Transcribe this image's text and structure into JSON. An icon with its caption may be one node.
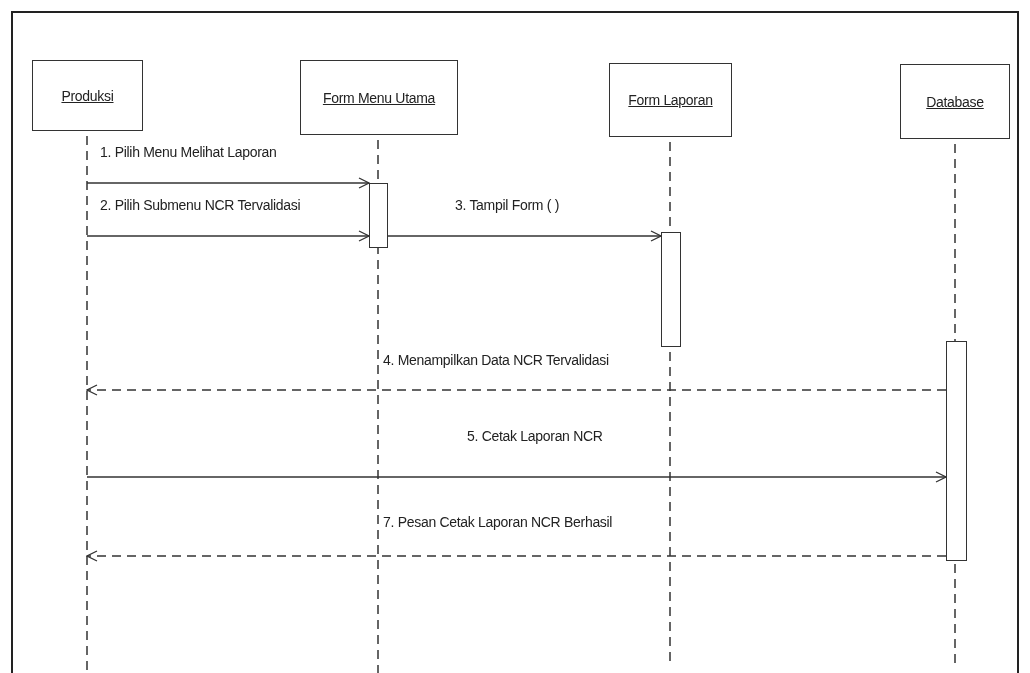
{
  "diagram": {
    "nodes": [
      {
        "text": [
          "Produksi"
        ]
      },
      {
        "text": [
          "Form Menu Utama"
        ]
      },
      {
        "text": [
          "Form Laporan"
        ]
      },
      {
        "text": [
          "Database"
        ]
      },
      {
        "text": [],
        "shape": "bar"
      },
      {
        "text": [],
        "shape": "bar"
      },
      {
        "text": [],
        "shape": "bar"
      }
    ],
    "edges": [
      {
        "from": 0,
        "to": 4,
        "arrow": "to",
        "label": "1. Pilih Menu Melihat Laporan"
      },
      {
        "from": 0,
        "to": 4,
        "arrow": "to",
        "label": "2. Pilih Submenu NCR Tervalidasi"
      },
      {
        "from": 4,
        "to": 5,
        "arrow": "to",
        "label": "3. Tampil Form ( )"
      },
      {
        "from": 6,
        "to": 0,
        "arrow": "to",
        "label": "4. Menampilkan Data NCR Tervalidasi",
        "style": "dashed"
      },
      {
        "from": 0,
        "to": 6,
        "arrow": "to",
        "label": "5. Cetak Laporan NCR"
      },
      {
        "from": 6,
        "to": 0,
        "arrow": "to",
        "label": "7. Pesan Cetak Laporan NCR Berhasil",
        "style": "dashed"
      }
    ]
  }
}
